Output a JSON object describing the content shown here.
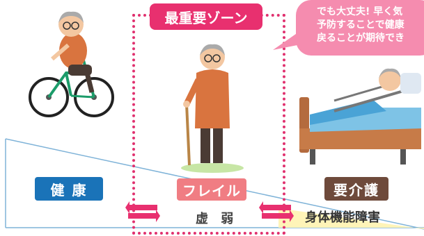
{
  "zone_title": "最重要ゾーン",
  "bubble": {
    "line1": "でも大丈夫! 早く気",
    "line2": "予防することで健康",
    "line3": "戻ることが期待でき"
  },
  "stages": {
    "health": {
      "label": "健 康"
    },
    "frail": {
      "label": "フレイル",
      "sub": "虚 弱"
    },
    "care": {
      "label": "要介護",
      "sub": "身体機能障害"
    }
  },
  "colors": {
    "health": "#1a73b8",
    "frail": "#f07d83",
    "care": "#6e4a3b",
    "zone": "#e8306f",
    "bubble": "#f58caf"
  }
}
